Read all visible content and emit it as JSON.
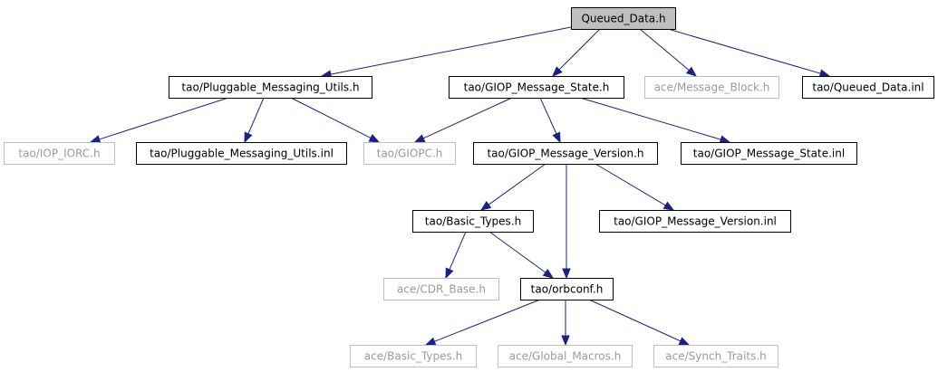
{
  "diagram": {
    "colors": {
      "root_fill": "#bfbfbf",
      "node_border": "#000000",
      "ghost_border": "#bfbfbf",
      "ghost_text": "#9a9a9a",
      "edge": "#1a237e"
    },
    "nodes": [
      {
        "id": "queued_data_h",
        "label": "Queued_Data.h",
        "style": "root"
      },
      {
        "id": "pluggable_messaging_utils_h",
        "label": "tao/Pluggable_Messaging_Utils.h",
        "style": "normal"
      },
      {
        "id": "giop_message_state_h",
        "label": "tao/GIOP_Message_State.h",
        "style": "normal"
      },
      {
        "id": "message_block_h",
        "label": "ace/Message_Block.h",
        "style": "ghost"
      },
      {
        "id": "queued_data_inl",
        "label": "tao/Queued_Data.inl",
        "style": "normal"
      },
      {
        "id": "iop_iorc_h",
        "label": "tao/IOP_IORC.h",
        "style": "ghost"
      },
      {
        "id": "pluggable_messaging_utils_inl",
        "label": "tao/Pluggable_Messaging_Utils.inl",
        "style": "normal"
      },
      {
        "id": "giopc_h",
        "label": "tao/GIOPC.h",
        "style": "ghost"
      },
      {
        "id": "giop_message_version_h",
        "label": "tao/GIOP_Message_Version.h",
        "style": "normal"
      },
      {
        "id": "giop_message_state_inl",
        "label": "tao/GIOP_Message_State.inl",
        "style": "normal"
      },
      {
        "id": "basic_types_h_tao",
        "label": "tao/Basic_Types.h",
        "style": "normal"
      },
      {
        "id": "giop_message_version_inl",
        "label": "tao/GIOP_Message_Version.inl",
        "style": "normal"
      },
      {
        "id": "cdr_base_h",
        "label": "ace/CDR_Base.h",
        "style": "ghost"
      },
      {
        "id": "orbconf_h",
        "label": "tao/orbconf.h",
        "style": "normal"
      },
      {
        "id": "basic_types_h_ace",
        "label": "ace/Basic_Types.h",
        "style": "ghost"
      },
      {
        "id": "global_macros_h",
        "label": "ace/Global_Macros.h",
        "style": "ghost"
      },
      {
        "id": "synch_traits_h",
        "label": "ace/Synch_Traits.h",
        "style": "ghost"
      }
    ],
    "edges": [
      {
        "from": "queued_data_h",
        "to": "pluggable_messaging_utils_h"
      },
      {
        "from": "queued_data_h",
        "to": "giop_message_state_h"
      },
      {
        "from": "queued_data_h",
        "to": "message_block_h"
      },
      {
        "from": "queued_data_h",
        "to": "queued_data_inl"
      },
      {
        "from": "pluggable_messaging_utils_h",
        "to": "iop_iorc_h"
      },
      {
        "from": "pluggable_messaging_utils_h",
        "to": "pluggable_messaging_utils_inl"
      },
      {
        "from": "pluggable_messaging_utils_h",
        "to": "giopc_h"
      },
      {
        "from": "giop_message_state_h",
        "to": "giopc_h"
      },
      {
        "from": "giop_message_state_h",
        "to": "giop_message_version_h"
      },
      {
        "from": "giop_message_state_h",
        "to": "giop_message_state_inl"
      },
      {
        "from": "giop_message_version_h",
        "to": "basic_types_h_tao"
      },
      {
        "from": "giop_message_version_h",
        "to": "orbconf_h"
      },
      {
        "from": "giop_message_version_h",
        "to": "giop_message_version_inl"
      },
      {
        "from": "basic_types_h_tao",
        "to": "cdr_base_h"
      },
      {
        "from": "basic_types_h_tao",
        "to": "orbconf_h"
      },
      {
        "from": "orbconf_h",
        "to": "basic_types_h_ace"
      },
      {
        "from": "orbconf_h",
        "to": "global_macros_h"
      },
      {
        "from": "orbconf_h",
        "to": "synch_traits_h"
      }
    ]
  }
}
